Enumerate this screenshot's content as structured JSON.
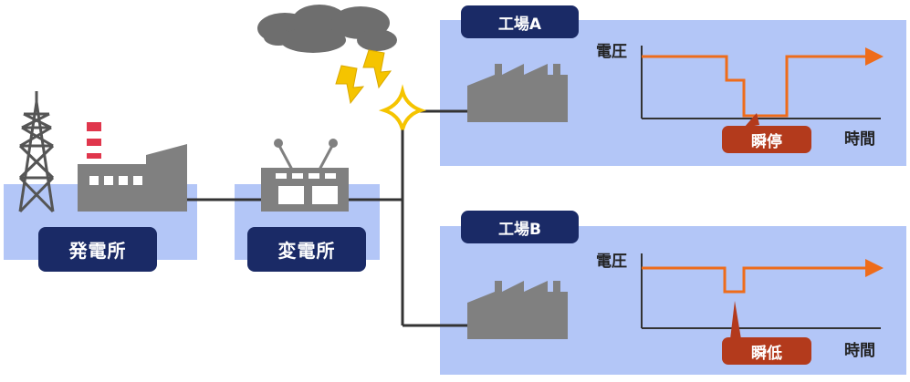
{
  "facilities": {
    "power_plant": "発電所",
    "substation": "変電所"
  },
  "factories": [
    {
      "name": "工場A",
      "y_axis": "電圧",
      "x_axis": "時間",
      "event": "瞬停"
    },
    {
      "name": "工場B",
      "y_axis": "電圧",
      "x_axis": "時間",
      "event": "瞬低"
    }
  ],
  "colors": {
    "panel": "#b3c6f7",
    "navy": "#1a2a66",
    "gray": "#808080",
    "cloud": "#6e6e6e",
    "voltage_line": "#ee6c1b",
    "event_badge": "#b33a1c",
    "bolt": "#f5c400",
    "spark": "#f5c400",
    "chimney_red": "#e0364c"
  }
}
